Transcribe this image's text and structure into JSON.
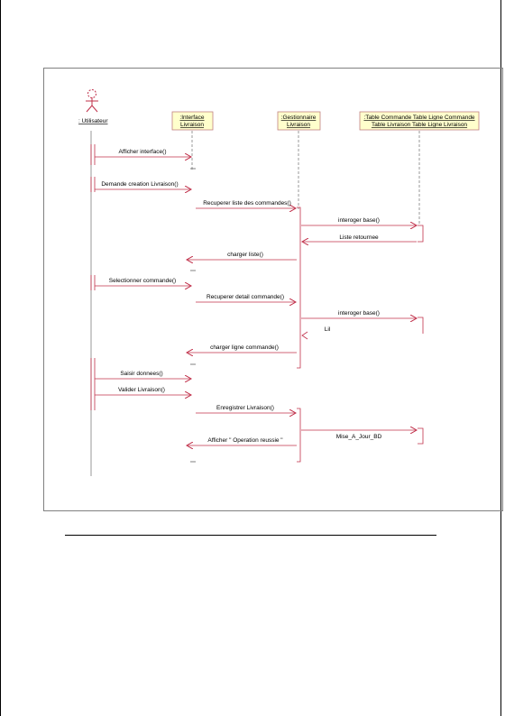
{
  "participants": [
    {
      "id": "user",
      "line1": ": Utilisateur",
      "line2": ""
    },
    {
      "id": "iface",
      "line1": ":Interface",
      "line2": "Livraison"
    },
    {
      "id": "gest",
      "line1": ":Gestionnaire",
      "line2": "Livraison"
    },
    {
      "id": "tables",
      "line1": ":Table Commande Table Ligne Commande",
      "line2": "Table Livraison Table Ligne Livraison"
    }
  ],
  "messages": [
    {
      "label": "Afficher interface()"
    },
    {
      "label": "Demande creation Livraison()"
    },
    {
      "label": "Recuperer liste des commandes()"
    },
    {
      "label": "interoger base()"
    },
    {
      "label": "Liste retournee"
    },
    {
      "label": "charger liste()"
    },
    {
      "label": "Selectionner commande()"
    },
    {
      "label": "Recuperer detail commande()"
    },
    {
      "label": "interoger base()"
    },
    {
      "label": "Lil"
    },
    {
      "label": "charger ligne commande()"
    },
    {
      "label": "Saisir donnees()"
    },
    {
      "label": "Valider Livraison()"
    },
    {
      "label": "Enregistrer  Livraison()"
    },
    {
      "label": "Mise_A_Jour_BD"
    },
    {
      "label": "Afficher \" Operation reussie \""
    }
  ],
  "colors": {
    "message": "#c0304a",
    "box_fill": "#ffffcc",
    "box_stroke": "#c08080",
    "lifeline": "#808080"
  }
}
